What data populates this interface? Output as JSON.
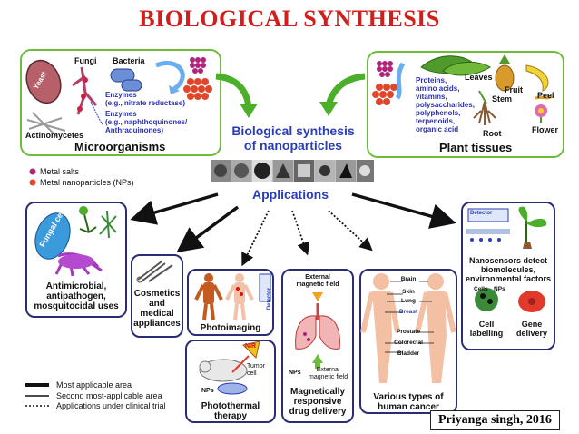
{
  "title": "BIOLOGICAL SYNTHESIS",
  "microorganisms": {
    "title": "Microorganisms",
    "yeast": "Yeast",
    "fungi": "Fungi",
    "bacteria": "Bacteria",
    "actinomycetes": "Actinomycetes",
    "enzymes1": "Enzymes",
    "enzymes1_detail": "(e.g., nitrate reductase)",
    "enzymes2": "Enzymes",
    "enzymes2_detail1": "(e.g., naphthoquinones/",
    "enzymes2_detail2": "Anthraquinones)"
  },
  "plants": {
    "title": "Plant tissues",
    "compounds": [
      "Proteins,",
      "amino acids,",
      "vitamins,",
      "polysaccharides,",
      "polyphenols,",
      "terpenoids,",
      "organic acid"
    ],
    "leaves": "Leaves",
    "fruit": "Fruit",
    "stem": "Stem",
    "peel": "Peel",
    "root": "Root",
    "flower": "Flower"
  },
  "center": {
    "line1": "Biological synthesis",
    "line2": "of nanoparticles",
    "applications": "Applications"
  },
  "key": {
    "metal_salts": "Metal salts",
    "metal_nps": "Metal nanoparticles (NPs)"
  },
  "apps": {
    "fungal_cell": "Fungal cell",
    "antimicrobial": [
      "Antimicrobial,",
      "antipathogen,",
      "mosquitocidal uses"
    ],
    "cosmetics": [
      "Cosmetics",
      "and",
      "medical",
      "appliances"
    ],
    "photoimaging": "Photoimaging",
    "detector_small": "Detector",
    "nir": "NIR",
    "tumor_cell": [
      "Tumor",
      "cell"
    ],
    "nps": "NPs",
    "photothermal": [
      "Photothermal",
      "therapy"
    ],
    "external_field_top": [
      "External",
      "magnetic field"
    ],
    "nps2": "NPs",
    "external_field_bottom": [
      "External",
      "magnetic field"
    ],
    "magnetic": [
      "Magnetically",
      "responsive",
      "drug delivery"
    ],
    "organs": [
      "Brain",
      "Skin",
      "Lung",
      "Breast",
      "Prostate",
      "Colorectal",
      "Bladder"
    ],
    "cancer": [
      "Various types of",
      "human cancer"
    ],
    "detector": "Detector",
    "nanosensors": [
      "Nanosensors detect",
      "biomolecules,",
      "environmental factors"
    ],
    "cells": "Cells",
    "nps3": "NPs",
    "cell_labelling": [
      "Cell",
      "labelling"
    ],
    "gene_delivery": [
      "Gene",
      "delivery"
    ]
  },
  "legend": {
    "most": "Most applicable area",
    "second": "Second most-applicable area",
    "trial": "Applications under clinical trial"
  },
  "credit": "Priyanga singh, 2016",
  "colors": {
    "title": "#d0201e",
    "green_border": "#6dbb3a",
    "navy_border": "#2b2d74",
    "text_blue": "#2a3db8",
    "metal_salt": "#b0247a",
    "metal_np": "#e2462a"
  }
}
